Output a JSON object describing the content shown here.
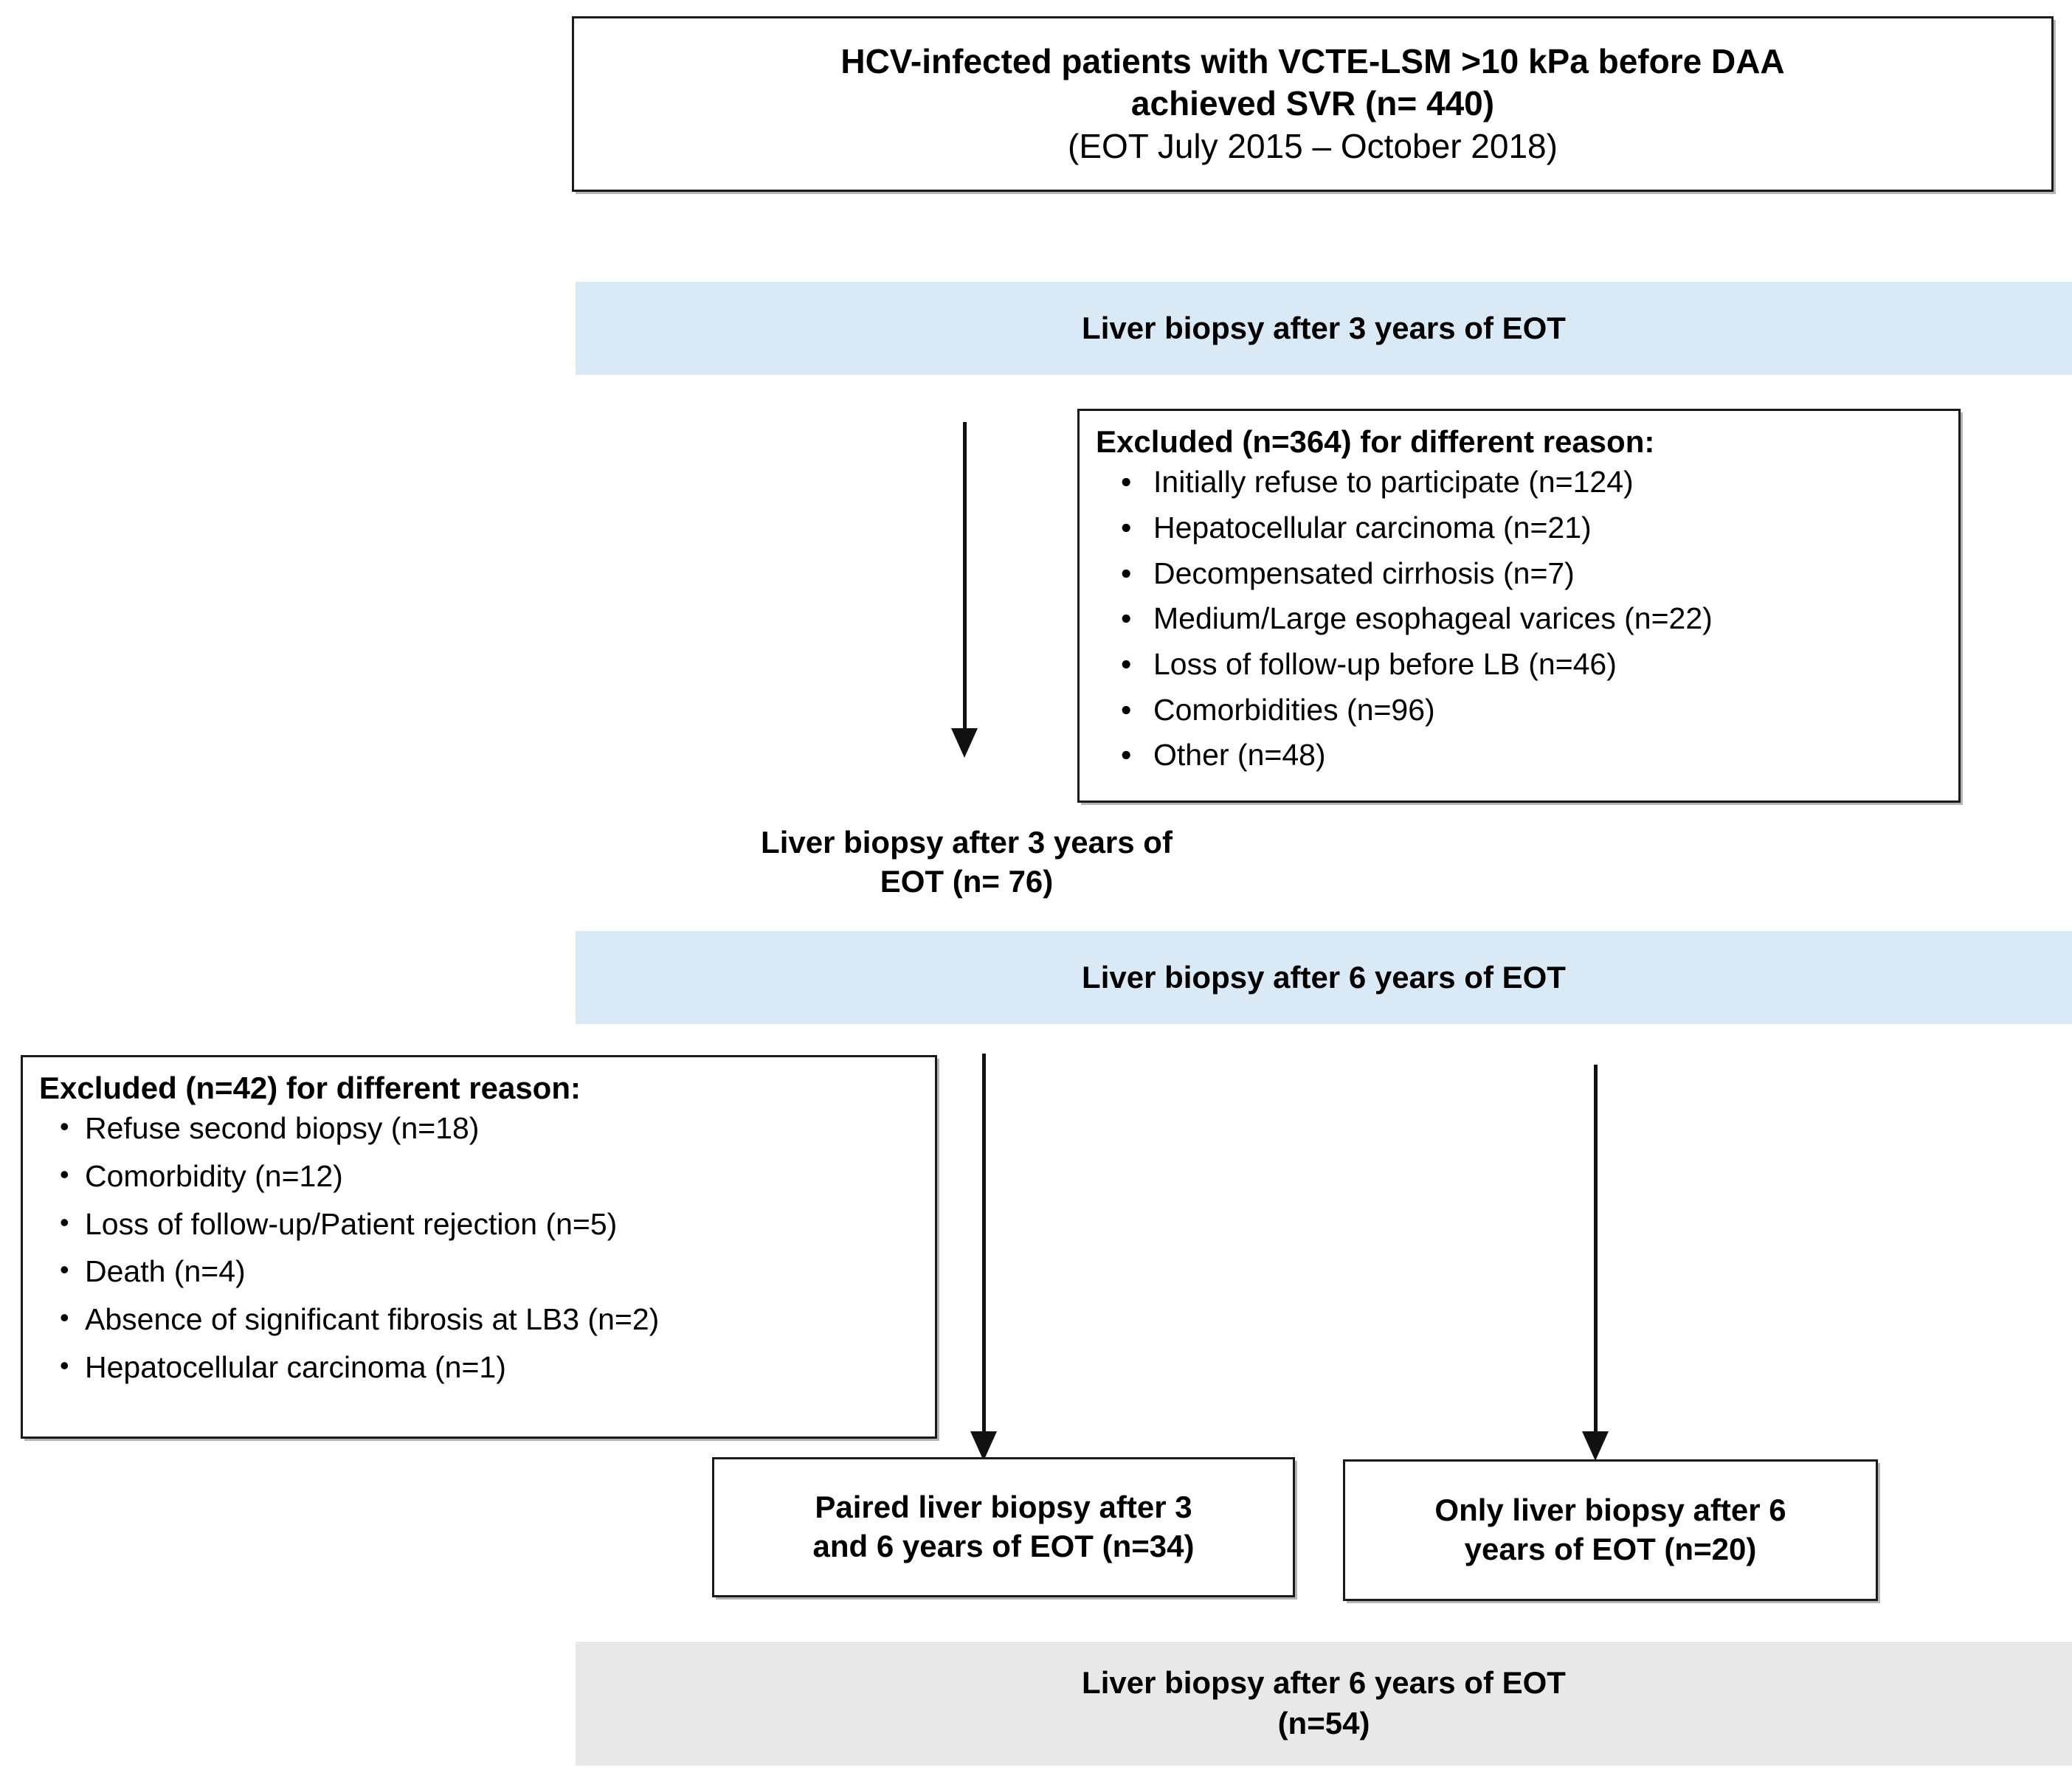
{
  "figure": {
    "type": "flowchart",
    "title": "Patient selection flow diagram for liver biopsy after DAA-induced SVR"
  },
  "nodes": {
    "top_box": {
      "line1": "HCV-infected patients with VCTE-LSM >10 kPa before DAA",
      "line2": "achieved SVR (n= 440)",
      "line3": "(EOT July 2015 – October 2018)"
    },
    "banner_lb3": {
      "label": "Liver biopsy after 3 years of EOT"
    },
    "excluded_1": {
      "heading": "Excluded (n=364) for different reason:",
      "bullet_glyph": "•",
      "items": [
        "Initially refuse to participate (n=124)",
        "Hepatocellular carcinoma (n=21)",
        "Decompensated cirrhosis (n=7)",
        "Medium/Large esophageal varices (n=22)",
        "Loss of follow-up before LB (n=46)",
        "Comorbidities (n=96)",
        "Other (n=48)"
      ]
    },
    "lb3_result": {
      "line1": "Liver biopsy after 3 years of",
      "line2": "EOT (n= 76)"
    },
    "banner_lb6": {
      "label": "Liver biopsy after 6 years of EOT"
    },
    "excluded_2": {
      "heading": "Excluded (n=42) for different reason:",
      "bullet_glyph": "•",
      "items": [
        "Refuse second biopsy (n=18)",
        "Comorbidity (n=12)",
        "Loss of follow-up/Patient rejection (n=5)",
        "Death (n=4)",
        "Absence of significant fibrosis at LB3 (n=2)",
        "Hepatocellular carcinoma (n=1)"
      ]
    },
    "paired_box": {
      "line1": "Paired liver biopsy after 3",
      "line2": "and 6 years of EOT (n=34)"
    },
    "only_box": {
      "line1": "Only liver biopsy after 6",
      "line2": "years of EOT (n=20)"
    },
    "banner_final": {
      "line1": "Liver biopsy after 6 years of EOT",
      "line2": "(n=54)"
    }
  },
  "colors": {
    "banner_blue": "#d9eaf6",
    "banner_gray": "#e8e8e8",
    "border": "#1a1a1a",
    "text": "#000000"
  }
}
